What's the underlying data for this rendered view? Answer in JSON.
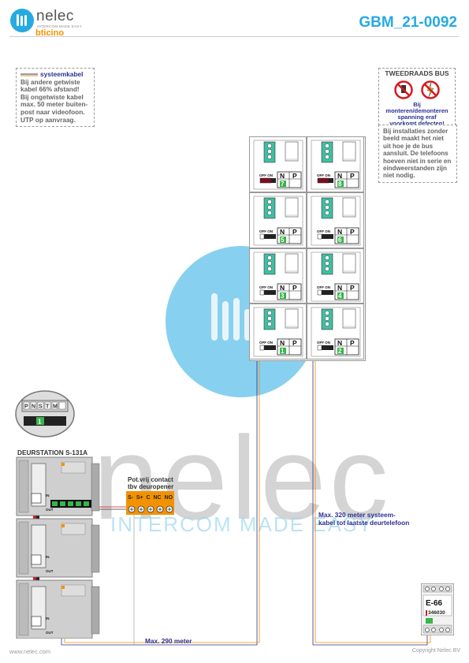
{
  "header": {
    "logo_name": "nelec",
    "logo_tagline": "INTERCOM MADE EASY",
    "brand": "bticino",
    "doc_code": "GBM_21-0092"
  },
  "legend_note": {
    "title": "systeemkabel",
    "lines": [
      "Bij andere getwiste",
      "kabel 66% afstand!",
      "Bij ongetwiste kabel",
      "max. 50 meter buiten-",
      "post naar videofoon.",
      "UTP op aanvraag."
    ]
  },
  "bus_warning": {
    "title": "TWEEDRAADS BUS",
    "lines": [
      "Bij monteren/demonteren",
      "spanning eraf",
      "voorkomt defecten!"
    ]
  },
  "install_note": {
    "lines": [
      "Bij installaties zonder",
      "beeld maakt het niet",
      "uit hoe je de bus",
      "aansluit. De telefoons",
      "hoeven niet in serie en",
      "eindweerstanden zijn",
      "niet nodig."
    ]
  },
  "phones": [
    {
      "number": "7",
      "n_label": "N",
      "p_label": "P",
      "switch_label": "OFF ON"
    },
    {
      "number": "8",
      "n_label": "N",
      "p_label": "P",
      "switch_label": "OFF ON"
    },
    {
      "number": "5",
      "n_label": "N",
      "p_label": "P",
      "switch_label": "OFF ON"
    },
    {
      "number": "6",
      "n_label": "N",
      "p_label": "P",
      "switch_label": "OFF ON"
    },
    {
      "number": "3",
      "n_label": "N",
      "p_label": "P",
      "switch_label": "OFF ON"
    },
    {
      "number": "4",
      "n_label": "N",
      "p_label": "P",
      "switch_label": "OFF ON"
    },
    {
      "number": "1",
      "n_label": "N",
      "p_label": "P",
      "switch_label": "OFF ON"
    },
    {
      "number": "2",
      "n_label": "N",
      "p_label": "P",
      "switch_label": "OFF ON"
    }
  ],
  "zoom_detail": {
    "terminals": [
      "P",
      "N",
      "S",
      "T",
      "M"
    ],
    "value": "1"
  },
  "door_station": {
    "title": "DEURSTATION S-131A",
    "in_label": "IN",
    "out_label": "OUT"
  },
  "relay": {
    "caption_1": "Pot.vrij contact",
    "caption_2": "tbv deuropener",
    "terminals": [
      "S-",
      "S+",
      "C",
      "NC",
      "NO"
    ]
  },
  "distances": {
    "max_320_1": "Max. 320 meter systeem-",
    "max_320_2": "kabel tot laatste deurtelefoon",
    "max_290": "Max. 290 meter"
  },
  "power_supply": {
    "model": "E-66",
    "article": "346030"
  },
  "footer": {
    "website": "www.nelec.com",
    "copyright": "Copyright Nelec BV"
  },
  "watermark": {
    "main": "nelec",
    "tagline": "INTERCOM MADE EASY"
  },
  "colors": {
    "accent": "#27aae1",
    "orange": "#f39200",
    "green": "#39b54a",
    "navy": "#2e3192"
  }
}
